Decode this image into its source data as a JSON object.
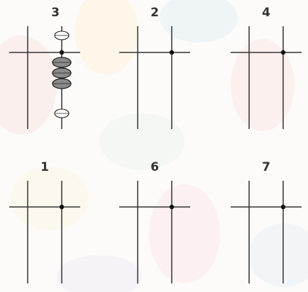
{
  "colors": {
    "line": "#333333",
    "bead_fill": "#8a8a8a",
    "bead_stroke": "#222222",
    "upper_bead_fill": "#ffffff"
  },
  "abacus": [
    {
      "digit": "3",
      "lower_beads": 3,
      "upper_beads": 0
    },
    {
      "digit": "2",
      "lower_beads": 0,
      "upper_beads": 0
    },
    {
      "digit": "4",
      "lower_beads": 0,
      "upper_beads": 0
    },
    {
      "digit": "1",
      "lower_beads": 0,
      "upper_beads": 0
    },
    {
      "digit": "6",
      "lower_beads": 0,
      "upper_beads": 0
    },
    {
      "digit": "7",
      "lower_beads": 0,
      "upper_beads": 0
    }
  ]
}
